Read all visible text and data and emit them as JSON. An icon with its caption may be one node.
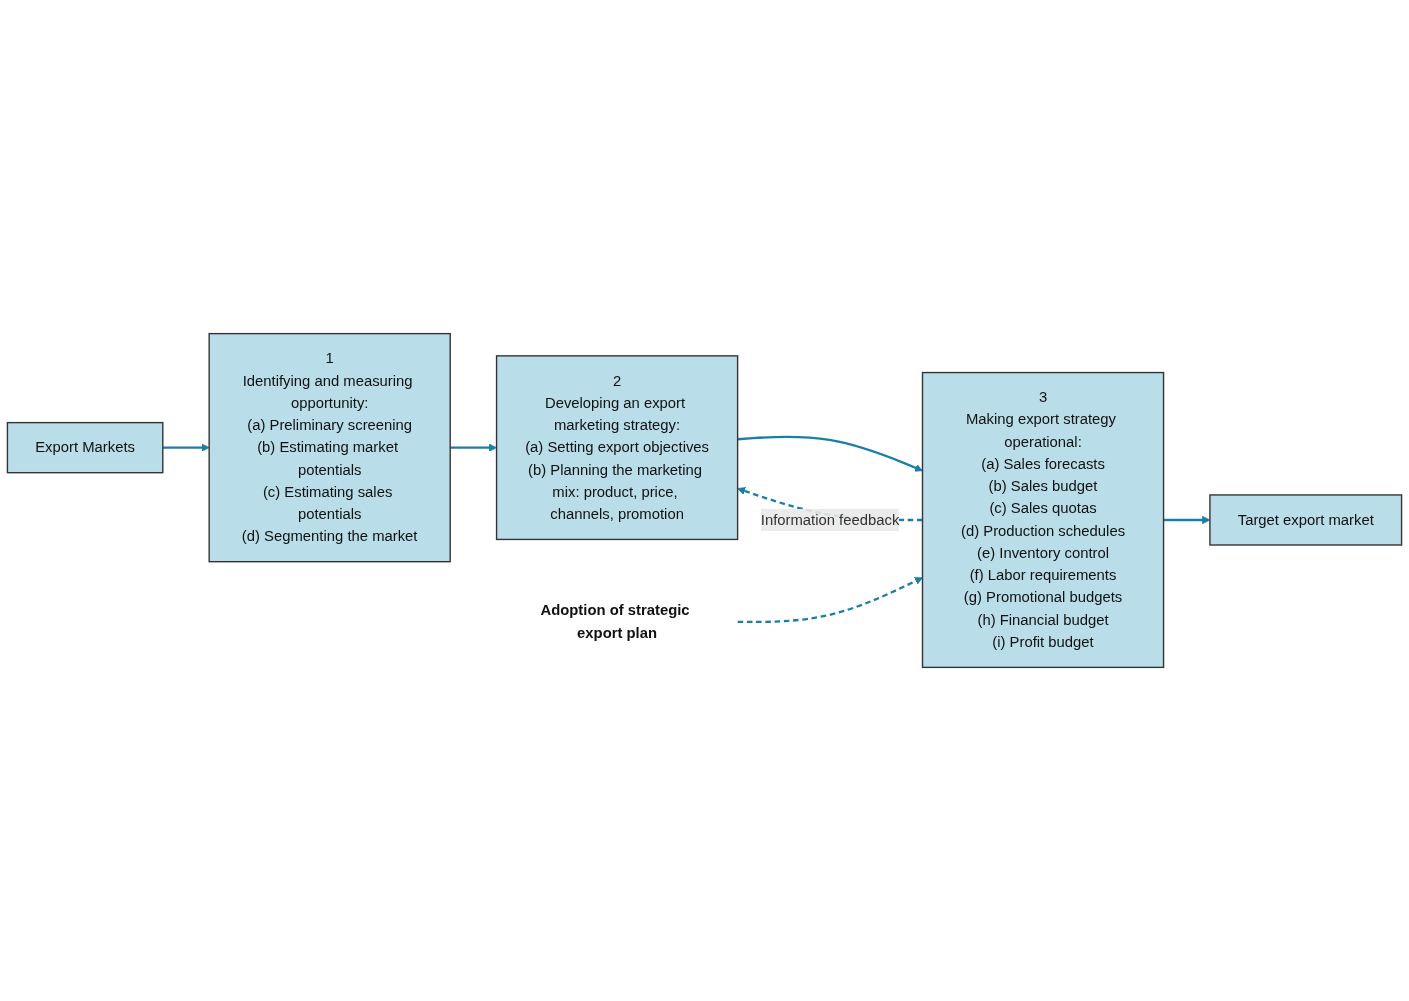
{
  "diagram": {
    "nodes": [
      {
        "text": [
          "Export Markets"
        ]
      },
      {
        "text": [
          "1",
          "Identifying and measuring opportunity:",
          "(a) Preliminary screening",
          "(b) Estimating market potentials",
          "(c) Estimating sales potentials",
          "(d) Segmenting the market"
        ]
      },
      {
        "text": [
          "2",
          "Developing an export marketing strategy:",
          "(a) Setting export objectives",
          "(b) Planning the marketing mix: product, price, channels, promotion"
        ]
      },
      {
        "text": [
          "3",
          "Making export strategy operational:",
          "(a) Sales forecasts",
          "(b) Sales budget",
          "(c) Sales quotas",
          "(d) Production schedules",
          "(e) Inventory control",
          "(f) Labor requirements",
          "(g) Promotional budgets",
          "(h) Financial budget",
          "(i) Profit budget"
        ]
      },
      {
        "text": [
          "Target export market"
        ]
      },
      {
        "text": [
          "Adoption of strategic export plan"
        ]
      }
    ],
    "edges": [
      {
        "from": 0,
        "to": 1,
        "arrow": "to"
      },
      {
        "from": 1,
        "to": 2,
        "arrow": "to"
      },
      {
        "from": 2,
        "to": 3,
        "arrow": "to"
      },
      {
        "from": 5,
        "to": 3,
        "arrow": "to",
        "style": "dashed"
      },
      {
        "from": 3,
        "to": 4,
        "arrow": "to"
      },
      {
        "from": 3,
        "to": 2,
        "arrow": "to",
        "style": "dashed",
        "label": "Information feedback"
      }
    ]
  }
}
